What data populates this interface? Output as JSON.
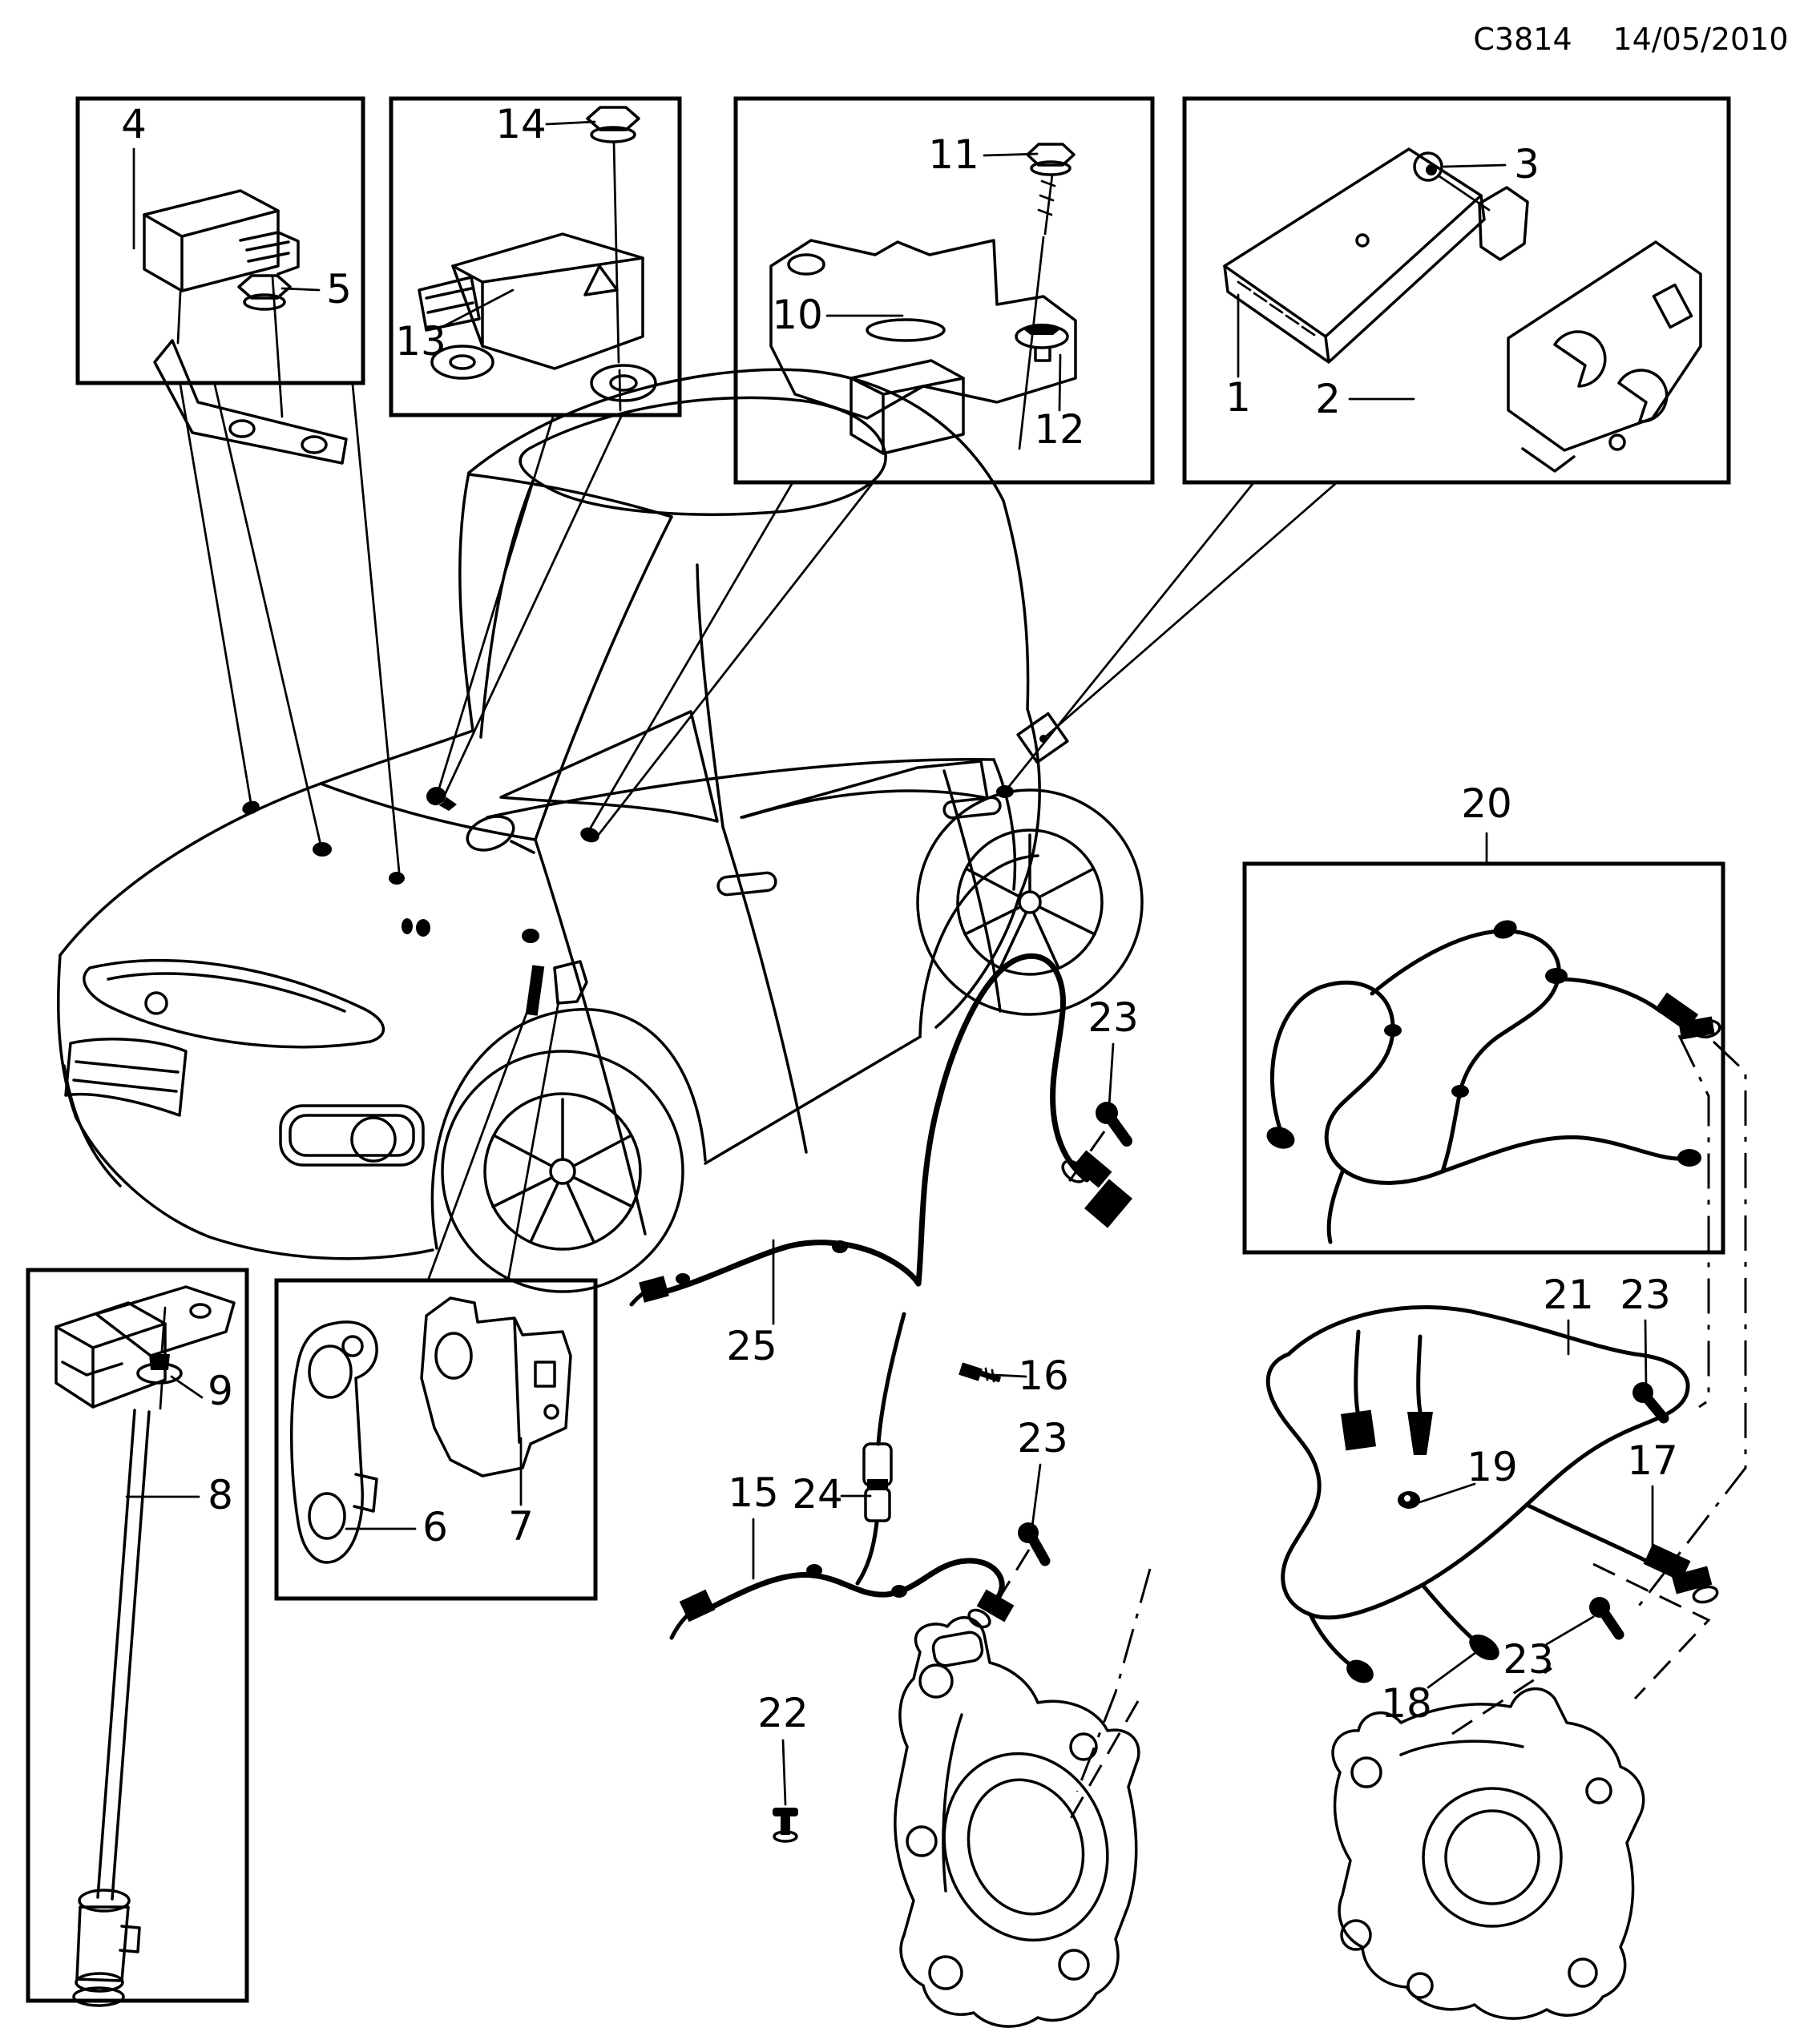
{
  "header": {
    "code": "C3814",
    "date": "14/05/2010"
  },
  "colors": {
    "ink": "#000000",
    "paper": "#ffffff"
  },
  "callouts": {
    "c1": {
      "label": "1"
    },
    "c2": {
      "label": "2"
    },
    "c3": {
      "label": "3"
    },
    "c4": {
      "label": "4"
    },
    "c5": {
      "label": "5"
    },
    "c6": {
      "label": "6"
    },
    "c7": {
      "label": "7"
    },
    "c8": {
      "label": "8"
    },
    "c9": {
      "label": "9"
    },
    "c10": {
      "label": "10"
    },
    "c11": {
      "label": "11"
    },
    "c12": {
      "label": "12"
    },
    "c13": {
      "label": "13"
    },
    "c14": {
      "label": "14"
    },
    "c15": {
      "label": "15"
    },
    "c16": {
      "label": "16"
    },
    "c17": {
      "label": "17"
    },
    "c18": {
      "label": "18"
    },
    "c19": {
      "label": "19"
    },
    "c20": {
      "label": "20"
    },
    "c21": {
      "label": "21"
    },
    "c22": {
      "label": "22"
    },
    "c23a": {
      "label": "23"
    },
    "c23b": {
      "label": "23"
    },
    "c23c": {
      "label": "23"
    },
    "c23d": {
      "label": "23"
    },
    "c24": {
      "label": "24"
    },
    "c25": {
      "label": "25"
    }
  }
}
